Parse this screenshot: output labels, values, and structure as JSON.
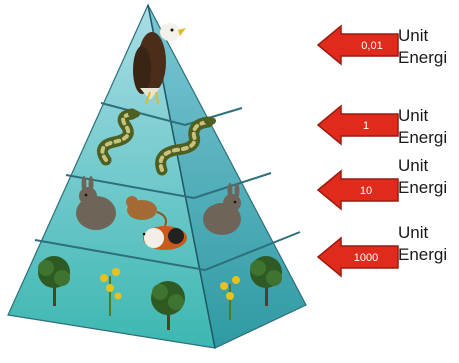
{
  "levels": [
    {
      "organism": "eagle",
      "value": "0,01",
      "unit_line1": "Unit",
      "unit_line2": "Energi"
    },
    {
      "organism": "snake",
      "value": "1",
      "unit_line1": "Unit",
      "unit_line2": "Energi"
    },
    {
      "organism": "rodent",
      "value": "10",
      "unit_line1": "Unit",
      "unit_line2": "Energi"
    },
    {
      "organism": "plant",
      "value": "1000",
      "unit_line1": "Unit",
      "unit_line2": "Energi"
    }
  ],
  "colors": {
    "arrow": "#e02a1b",
    "arrow_border": "#9c1a10",
    "tier_top": "#8fd0dd",
    "tier_bottom": "#4fbfb9",
    "face_left": "#6ec5d6",
    "face_right": "#3fa3b8"
  }
}
